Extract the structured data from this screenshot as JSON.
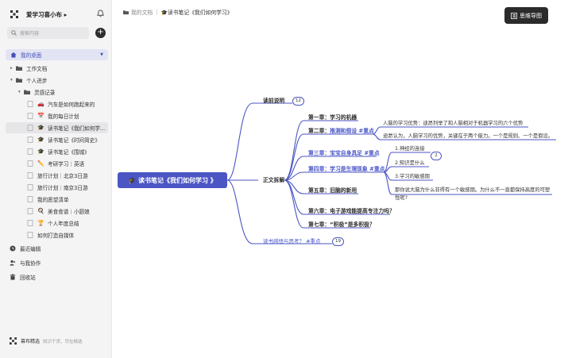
{
  "workspace": {
    "name": "爱学习喜小布 ▸"
  },
  "search": {
    "placeholder": "搜索内容"
  },
  "sidebar": {
    "desktop": "我的桌面",
    "tree": [
      {
        "label": "工作文档",
        "icon": "folder-icon",
        "caret": "▸"
      },
      {
        "label": "个人进步",
        "icon": "folder-icon",
        "caret": "▾"
      },
      {
        "label": "灵感记录",
        "icon": "folder-icon",
        "caret": "▾"
      },
      {
        "label": "汽车是如何跑起来的",
        "emoji": "🚗"
      },
      {
        "label": "我的每日计划",
        "emoji": "📅"
      },
      {
        "label": "读书笔记《我们如何学...",
        "emoji": "🎓"
      },
      {
        "label": "读书笔记《时间简史》",
        "emoji": "🎓"
      },
      {
        "label": "读书笔记《围城》",
        "emoji": "🎓"
      },
      {
        "label": "考研学习｜英语",
        "emoji": "✏️"
      },
      {
        "label": "旅行计划｜北京3日游",
        "emoji": ""
      },
      {
        "label": "旅行计划｜南京3日游",
        "emoji": ""
      },
      {
        "label": "我的愿望清单",
        "emoji": ""
      },
      {
        "label": "美食食谱｜小厨娘",
        "emoji": "🍳"
      },
      {
        "label": "个人年度总结",
        "emoji": "🏆"
      },
      {
        "label": "如何打造自媒体",
        "emoji": ""
      }
    ],
    "recent": "最近编辑",
    "shared": "与我协作",
    "trash": "回收站",
    "brand": "幕布精选",
    "brand_sub": "知识干货，尽在精选"
  },
  "breadcrumb": {
    "root": "我的文档",
    "current": "🎓读书笔记《我们如何学习》"
  },
  "toolbar": {
    "mindmap_label": "思维导图"
  },
  "mindmap": {
    "root": "🎓 读书笔记《我们如何学习 》",
    "branch1": {
      "label": "读前说明",
      "count": "12"
    },
    "branch2": {
      "label": "正文拆解"
    },
    "branch3": {
      "label": "读书感悟与思考？ #重点",
      "count": "19"
    },
    "chapters": {
      "c1": "第一章：学习的机器",
      "c2": "第二章：",
      "c2b": "推测和假设 #重点",
      "c3": "第三章：宝宝自身具足 #重点",
      "c4": "第四章：学习是生理现象 #重点",
      "c5": "第五章：旧脑的新用",
      "c6": "第六章：电子游戏能提高专注力吗？",
      "c7": "第七章：“积极”是多积极？"
    },
    "leaves": {
      "l1": "人脑的学习优势：迪昂列举了和人脑相对于机器学习的六个优势",
      "l2": "迪昂认为，人脑学习的优势，关键在于两个能力。一个是规则、一个是假设。",
      "l3": "1.神经的连接",
      "l3count": "2",
      "l4": "2.知识是什么",
      "l5": "3.学习的敏感期",
      "l6a": "那你说大脑为什么非得有一个敏感期。为什么不一直都保持高度的可塑",
      "l6b": "性呢?"
    }
  }
}
